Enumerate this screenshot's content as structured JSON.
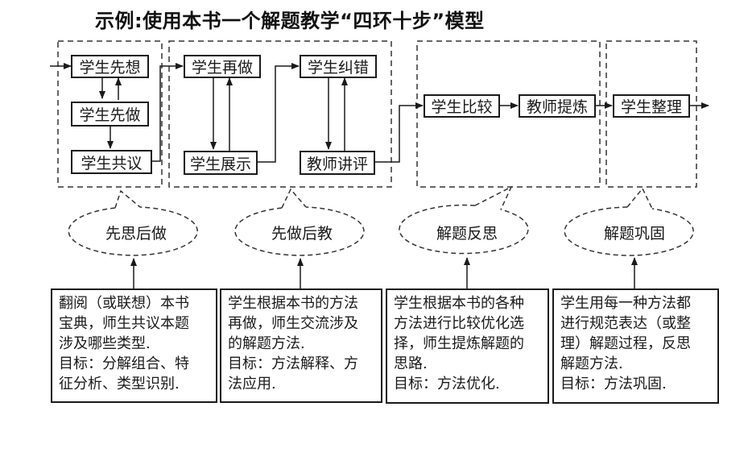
{
  "title": "示例:使用本书一个解题教学“四环十步”模型",
  "stages": [
    {
      "id": "stage1",
      "nodes": [
        "学生先想",
        "学生先做",
        "学生共议"
      ],
      "bubble": "先思后做",
      "description": [
        "翻阅（或联想）本书",
        "宝典，师生共议本题",
        "涉及哪些类型.",
        "目标：分解组合、特",
        "征分析、类型识别."
      ]
    },
    {
      "id": "stage2",
      "nodes": [
        "学生再做",
        "学生展示",
        "学生纠错",
        "教师讲评"
      ],
      "bubble": "先做后教",
      "description": [
        "学生根据本书的方法",
        "再做，师生交流涉及",
        "的解题方法.",
        "目标：方法解释、方",
        "法应用."
      ]
    },
    {
      "id": "stage3",
      "nodes": [
        "学生比较",
        "教师提炼"
      ],
      "bubble": "解题反思",
      "description": [
        "学生根据本书的各种",
        "方法进行比较优化选",
        "择，师生提炼解题的",
        "思路.",
        "目标：方法优化."
      ]
    },
    {
      "id": "stage4",
      "nodes": [
        "学生整理"
      ],
      "bubble": "解题巩固",
      "description": [
        "学生用每一种方法都",
        "进行规范表达（或整",
        "理）解题过程，反思",
        "解题方法.",
        "目标：方法巩固."
      ]
    }
  ],
  "colors": {
    "line": "#1a1a1a",
    "dash": "#333333",
    "background": "#ffffff"
  }
}
